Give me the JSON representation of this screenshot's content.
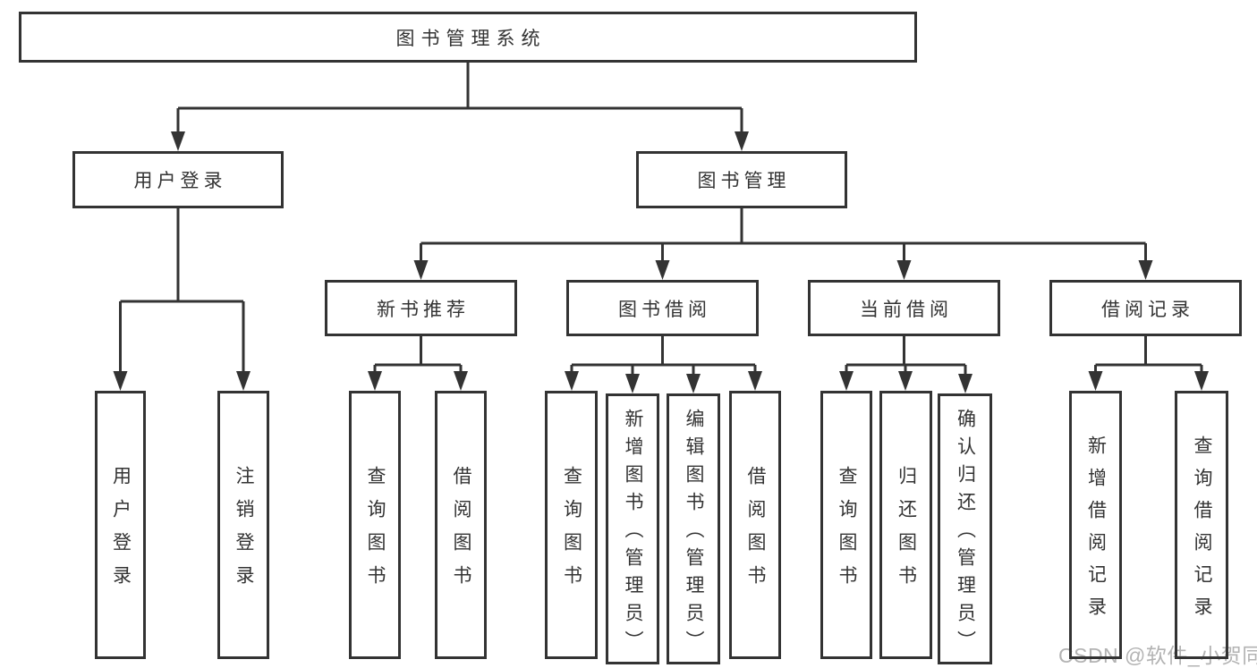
{
  "diagram": {
    "title": "图书管理系统",
    "root": {
      "label": "图书管理系统",
      "children": [
        {
          "label": "用户登录",
          "children": [
            {
              "label": "用户登录"
            },
            {
              "label": "注销登录"
            }
          ]
        },
        {
          "label": "图书管理",
          "children": [
            {
              "label": "新书推荐",
              "children": [
                {
                  "label": "查询图书"
                },
                {
                  "label": "借阅图书"
                }
              ]
            },
            {
              "label": "图书借阅",
              "children": [
                {
                  "label": "查询图书"
                },
                {
                  "label": "新增图书（管理员）"
                },
                {
                  "label": "编辑图书（管理员）"
                },
                {
                  "label": "借阅图书"
                }
              ]
            },
            {
              "label": "当前借阅",
              "children": [
                {
                  "label": "查询图书"
                },
                {
                  "label": "归还图书"
                },
                {
                  "label": "确认归还（管理员）"
                }
              ]
            },
            {
              "label": "借阅记录",
              "children": [
                {
                  "label": "新增借阅记录"
                },
                {
                  "label": "查询借阅记录"
                }
              ]
            }
          ]
        }
      ]
    }
  },
  "watermark": {
    "text": "CSDN @软件_小贺同学"
  },
  "colors": {
    "line": "#333333",
    "text": "#333333",
    "box_fill": "#ffffff",
    "watermark": "#b3b3b3",
    "background": "#ffffff"
  }
}
